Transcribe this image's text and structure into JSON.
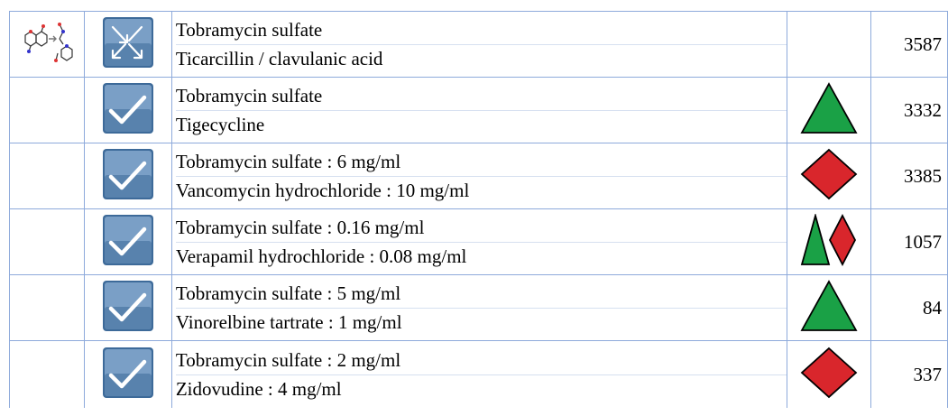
{
  "rows": [
    {
      "structure_icon": "molecule-structure-icon",
      "status": "incompatible",
      "status_icon": "crossed-arrows-icon",
      "line1": "Tobramycin sulfate",
      "line2": "Ticarcillin / clavulanic acid",
      "symbol": "none",
      "ref": "3587"
    },
    {
      "status": "compatible",
      "status_icon": "checkmark-icon",
      "line1": "Tobramycin sulfate",
      "line2": "Tigecycline",
      "symbol": "triangle",
      "ref": "3332"
    },
    {
      "status": "compatible",
      "status_icon": "checkmark-icon",
      "line1": "Tobramycin sulfate : 6 mg/ml",
      "line2": "Vancomycin hydrochloride : 10 mg/ml",
      "symbol": "diamond",
      "ref": "3385"
    },
    {
      "status": "compatible",
      "status_icon": "checkmark-icon",
      "line1": "Tobramycin sulfate : 0.16 mg/ml",
      "line2": "Verapamil hydrochloride : 0.08 mg/ml",
      "symbol": "triangle-diamond",
      "ref": "1057"
    },
    {
      "status": "compatible",
      "status_icon": "checkmark-icon",
      "line1": "Tobramycin sulfate : 5 mg/ml",
      "line2": "Vinorelbine tartrate : 1 mg/ml",
      "symbol": "triangle",
      "ref": "84"
    },
    {
      "status": "compatible",
      "status_icon": "checkmark-icon",
      "line1": "Tobramycin sulfate : 2 mg/ml",
      "line2": "Zidovudine : 4 mg/ml",
      "symbol": "diamond",
      "ref": "337"
    }
  ],
  "colors": {
    "grid_border": "#8eaadb",
    "button_dark": "#3d6a99",
    "button_light": "#8fb2d6",
    "triangle_green": "#1aa146",
    "diamond_red": "#d9262c"
  }
}
